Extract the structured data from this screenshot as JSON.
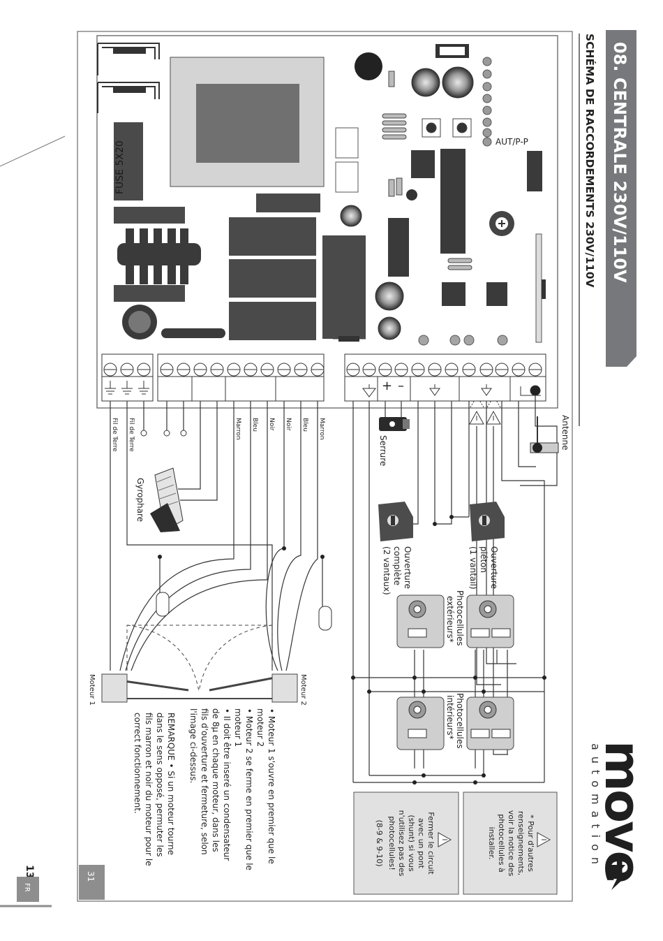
{
  "header": {
    "title": "08. CENTRALE 230V/110V",
    "subtitle": "SCHÉMA DE RACCORDEMENTS 230V/110V"
  },
  "brand": {
    "logo_text": "move",
    "tagline": "automation"
  },
  "board": {
    "fuse_label": "FUSE 5X20",
    "selector_label": "AUT/P-P",
    "inner_page_number": "31"
  },
  "wire_labels": {
    "fil_de_terre_1": "Fil de Terre",
    "fil_de_terre_2": "Fil de Terre",
    "marron_1": "Marron",
    "bleu_1": "Bleu",
    "noir_1": "Noir",
    "noir_2": "Noir",
    "bleu_2": "Bleu",
    "marron_2": "Marron"
  },
  "components": {
    "gyrophare": "Gyrophare",
    "serrure": "Serrure",
    "antenne": "Antenne",
    "ouverture_pieton": [
      "Ouverture",
      "piéton",
      "(1 vantail)"
    ],
    "ouverture_complete": [
      "Ouverture",
      "complète",
      "(2 vantaux)"
    ],
    "photocellules_ext": [
      "Photocellules",
      "extérieurs*"
    ],
    "photocellules_int": [
      "Photocellules",
      "intérieurs*"
    ],
    "moteur_1": "Moteur 1",
    "moteur_2": "Moteur 2"
  },
  "notes": {
    "pour_autres": [
      "* Pour d'autres",
      "renseignements,",
      "voir la notice des",
      "photocellules à",
      "installer."
    ],
    "fermer_circuit": [
      "Fermer le circuit",
      "avec un pont",
      "(shunt) si vous",
      "n'utilisez pas des",
      "photocellules!",
      "(8-9 & 9-10)"
    ],
    "moteur_list": [
      "• Moteur 1  s'ouvre en premier que le",
      "moteur 2",
      "• Moteur 2  se ferme en premier que le",
      "moteur 1",
      "• Il doit être inseré un condensateur",
      "de 8μ en chaque moteur, dans les",
      "fils d'ouverture et fermeture, selon",
      "l'image ci-dessus."
    ],
    "remarque": [
      "REMARQUE   • Si un moteur tourne",
      "dans le sens opposé, permuter les",
      "fils marron et noir du moteur pour le",
      "correct fonctionnement."
    ]
  },
  "footer": {
    "page_number": "13",
    "lang": "FR"
  },
  "colors": {
    "title_bar": "#77787b",
    "component_dark": "#3d3d3d",
    "relay": "#4a4a4a",
    "note_box": "#e1e1e1"
  }
}
